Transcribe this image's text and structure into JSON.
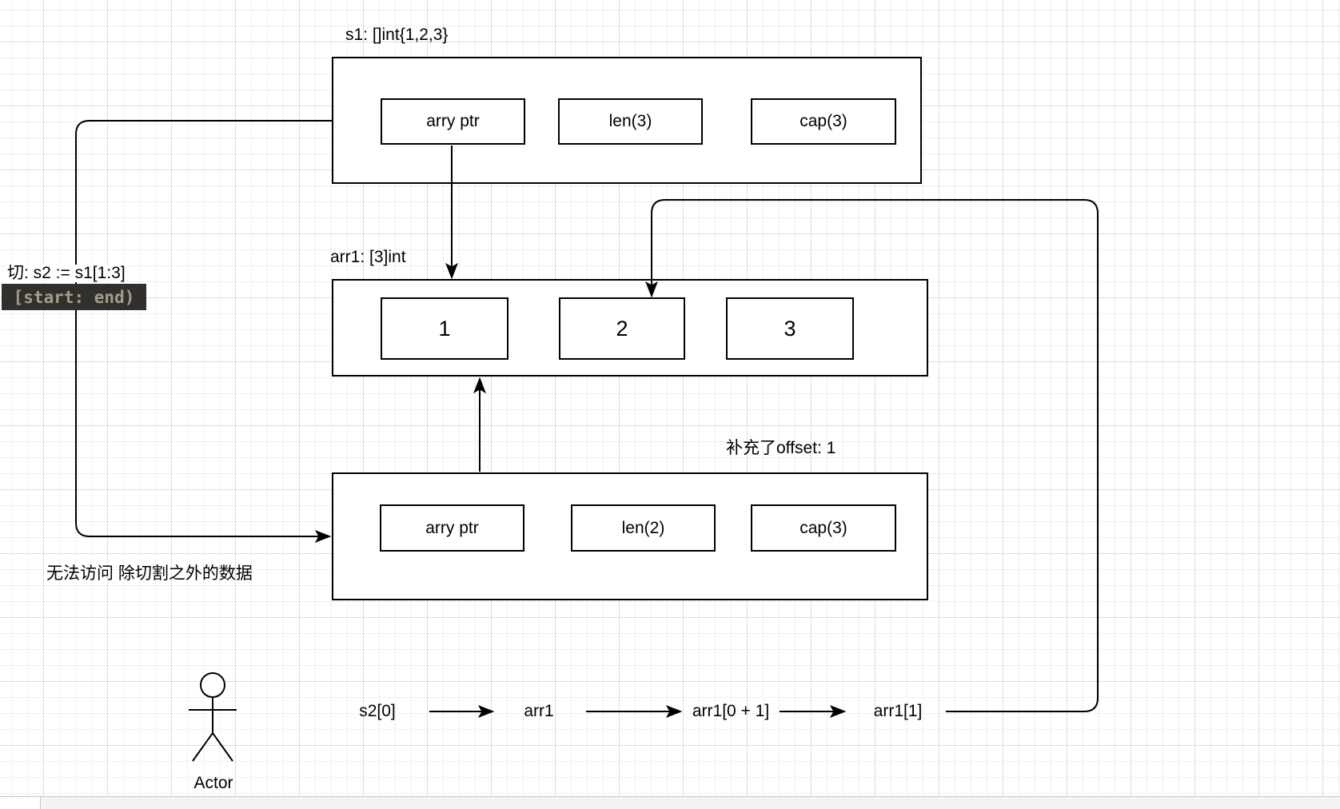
{
  "diagram": {
    "s1": {
      "label": "s1: []int{1,2,3}",
      "cells": [
        "arry ptr",
        "len(3)",
        "cap(3)"
      ]
    },
    "arr1": {
      "label": "arr1: [3]int",
      "cells": [
        "1",
        "2",
        "3"
      ]
    },
    "s2": {
      "label": "补充了offset: 1",
      "cells": [
        "arry ptr",
        "len(2)",
        "cap(3)"
      ]
    },
    "notes": {
      "slice_expr": "切: s2 := s1[1:3]",
      "range_badge": "[start: end)",
      "no_access": "无法访问 除切割之外的数据"
    },
    "chain": [
      "s2[0]",
      "arr1",
      "arr1[0 + 1]",
      "arr1[1]"
    ],
    "actor": {
      "label": "Actor"
    },
    "colors": {
      "badge_bg": "#31302c",
      "badge_text": "#a59d8c",
      "stroke": "#000000"
    }
  }
}
